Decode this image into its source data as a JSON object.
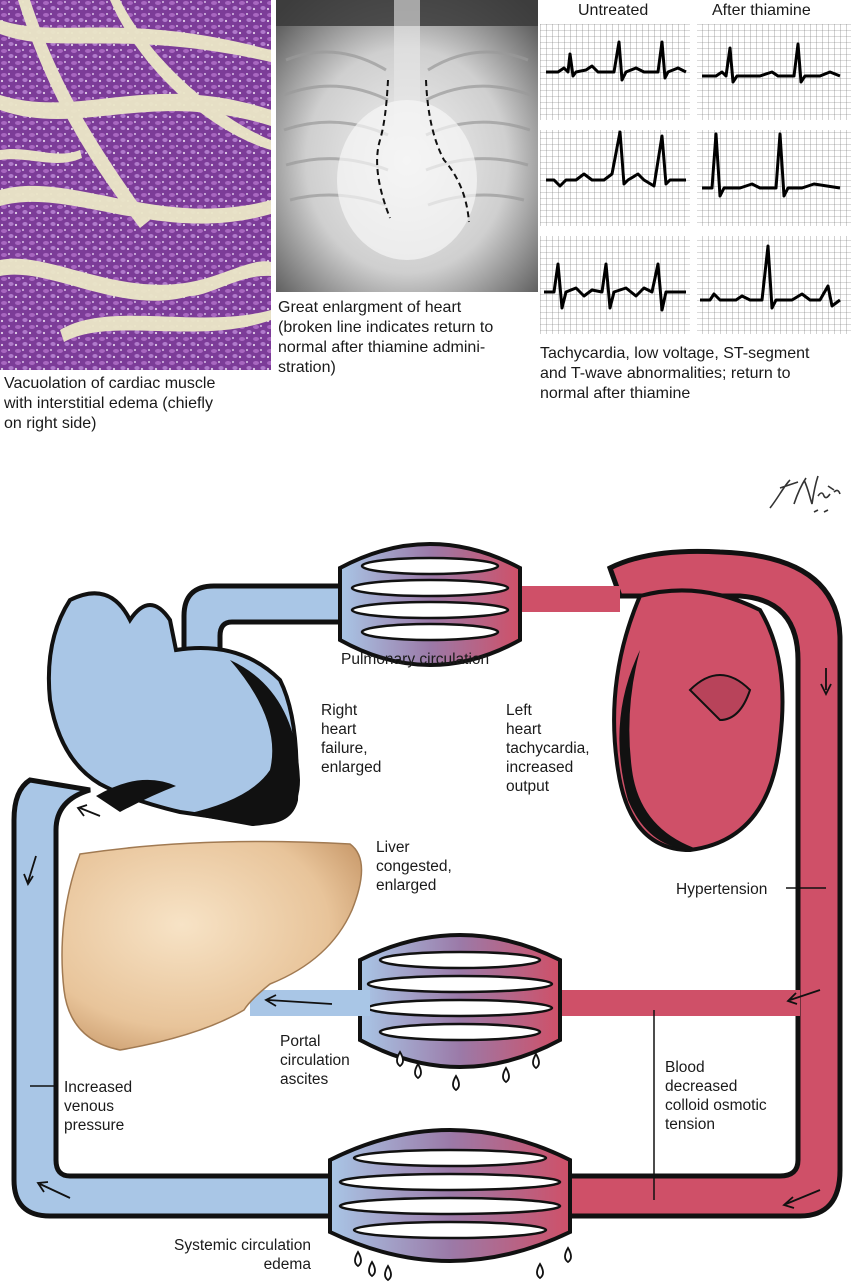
{
  "captions": {
    "histology": "Vacuolation of cardiac muscle\nwith interstitial edema (chiefly\non right side)",
    "xray": "Great enlargment of heart\n(broken line indicates return to\nnormal after thiamine admini-\nstration)",
    "ecg": "Tachycardia, low voltage, ST-segment\nand T-wave abnormalities; return to\nnormal after thiamine"
  },
  "ecg_headers": {
    "untreated": "Untreated",
    "treated": "After thiamine"
  },
  "diagram_labels": {
    "pulmonary": "Pulmonary circulation",
    "right_heart": "Right\nheart\nfailure,\nenlarged",
    "left_heart": "Left\nheart\ntachycardia,\nincreased\noutput",
    "liver": "Liver\ncongested,\nenlarged",
    "hypertension": "Hypertension",
    "portal": "Portal\ncirculation\nascites",
    "blood": "Blood\ndecreased\ncolloid osmotic\ntension",
    "venous": "Increased\nvenous\npressure",
    "systemic": "Systemic circulation\nedema"
  },
  "colors": {
    "venous_blue": "#a9c6e6",
    "arterial_red": "#cf5068",
    "liver_tan": "#e8c49a",
    "tissue_purple": "#8e4aa6",
    "outline": "#111111"
  }
}
